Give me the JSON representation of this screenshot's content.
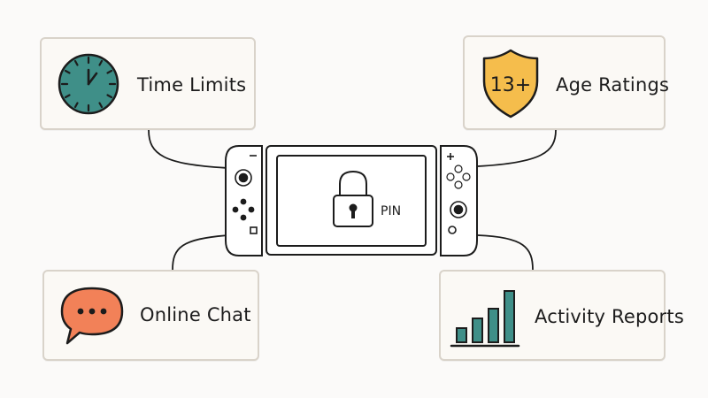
{
  "colors": {
    "clock_face": "#3f8f88",
    "shield": "#f5bd4c",
    "chat_bubble": "#f28158",
    "bars": "#3f8f88",
    "ink": "#1c1c1c",
    "card_border": "#d9d3ca"
  },
  "center": {
    "device": "console-icon",
    "lock": "padlock-icon",
    "pin_label": "PIN"
  },
  "features": [
    {
      "id": "time",
      "label": "Time Limits",
      "icon": "clock-icon"
    },
    {
      "id": "age",
      "label": "Age Ratings",
      "icon": "shield-icon",
      "badge": "13+"
    },
    {
      "id": "chat",
      "label": "Online Chat",
      "icon": "chat-bubble-icon"
    },
    {
      "id": "activity",
      "label": "Activity Reports",
      "icon": "bar-chart-icon"
    }
  ]
}
